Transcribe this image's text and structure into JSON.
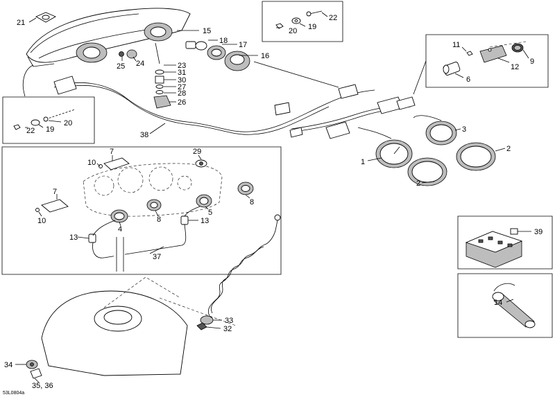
{
  "diagram": {
    "code": "53L0804a",
    "callouts": {
      "c1": "1",
      "c2a": "2",
      "c2b": "2",
      "c3": "3",
      "c4": "4",
      "c5": "5",
      "c6": "6",
      "c7a": "7",
      "c7b": "7",
      "c8a": "8",
      "c8b": "8",
      "c9": "9",
      "c10a": "10",
      "c10b": "10",
      "c11": "11",
      "c12": "12",
      "c13a": "13",
      "c13b": "13",
      "c14": "14",
      "c15": "15",
      "c16": "16",
      "c17": "17",
      "c18": "18",
      "c19a": "19",
      "c19b": "19",
      "c20a": "20",
      "c20b": "20",
      "c21": "21",
      "c22a": "22",
      "c22b": "22",
      "c23": "23",
      "c24": "24",
      "c25": "25",
      "c26": "26",
      "c27": "27",
      "c28": "28",
      "c29": "29",
      "c30": "30",
      "c31": "31",
      "c32": "32",
      "c33": "33",
      "c34": "34",
      "c3536": "35, 36",
      "c37": "37",
      "c38": "38",
      "c39": "39"
    }
  }
}
